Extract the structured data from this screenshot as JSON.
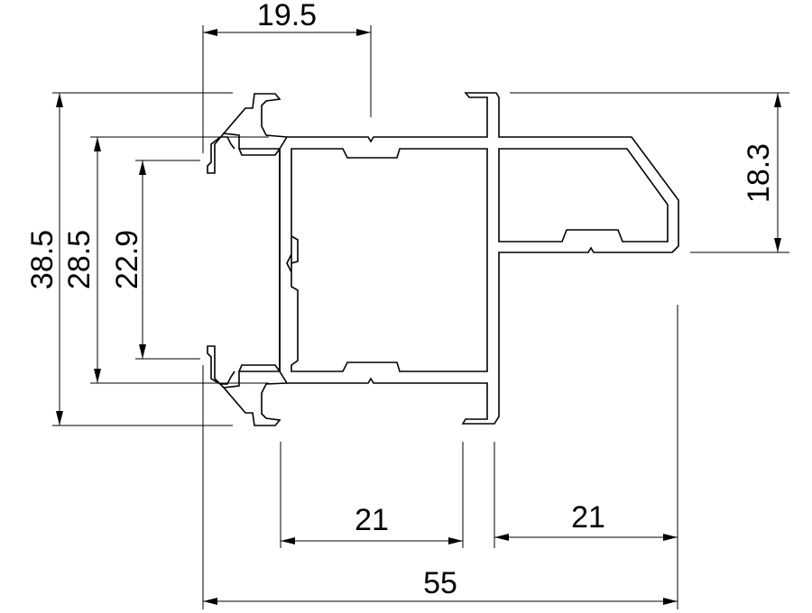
{
  "drawing": {
    "type": "aluminium-profile-cross-section",
    "dimensions": {
      "top_width": "19.5",
      "overall_height": "38.5",
      "inner_height": "28.5",
      "opening_height": "22.9",
      "right_height": "18.3",
      "bottom_left_width": "21",
      "bottom_right_width": "21",
      "overall_width": "55"
    }
  }
}
